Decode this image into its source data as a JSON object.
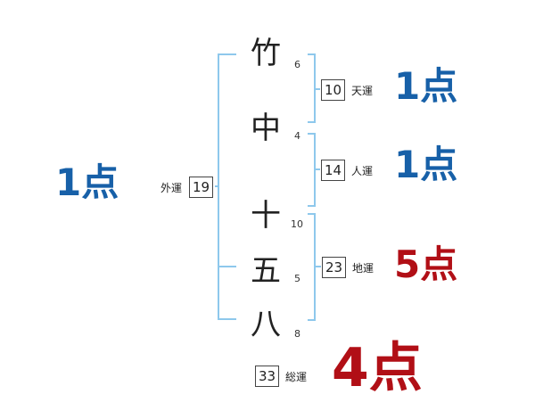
{
  "name": {
    "chars": [
      {
        "char": "竹",
        "strokes": "6"
      },
      {
        "char": "中",
        "strokes": "4"
      },
      {
        "char": "十",
        "strokes": "10"
      },
      {
        "char": "五",
        "strokes": "5"
      },
      {
        "char": "八",
        "strokes": "8"
      }
    ]
  },
  "fortunes": {
    "tenkaku": {
      "label": "天運",
      "value": "10",
      "score": "1点"
    },
    "jinkaku": {
      "label": "人運",
      "value": "14",
      "score": "1点"
    },
    "chikaku": {
      "label": "地運",
      "value": "23",
      "score": "5点"
    },
    "gaikaku": {
      "label": "外運",
      "value": "19",
      "score": "1点"
    },
    "soukaku": {
      "label": "総運",
      "value": "33",
      "score": "4点"
    }
  },
  "colors": {
    "bracket": "#8ec8ec",
    "good_score": "#1760a8",
    "best_score": "#b10f16"
  }
}
